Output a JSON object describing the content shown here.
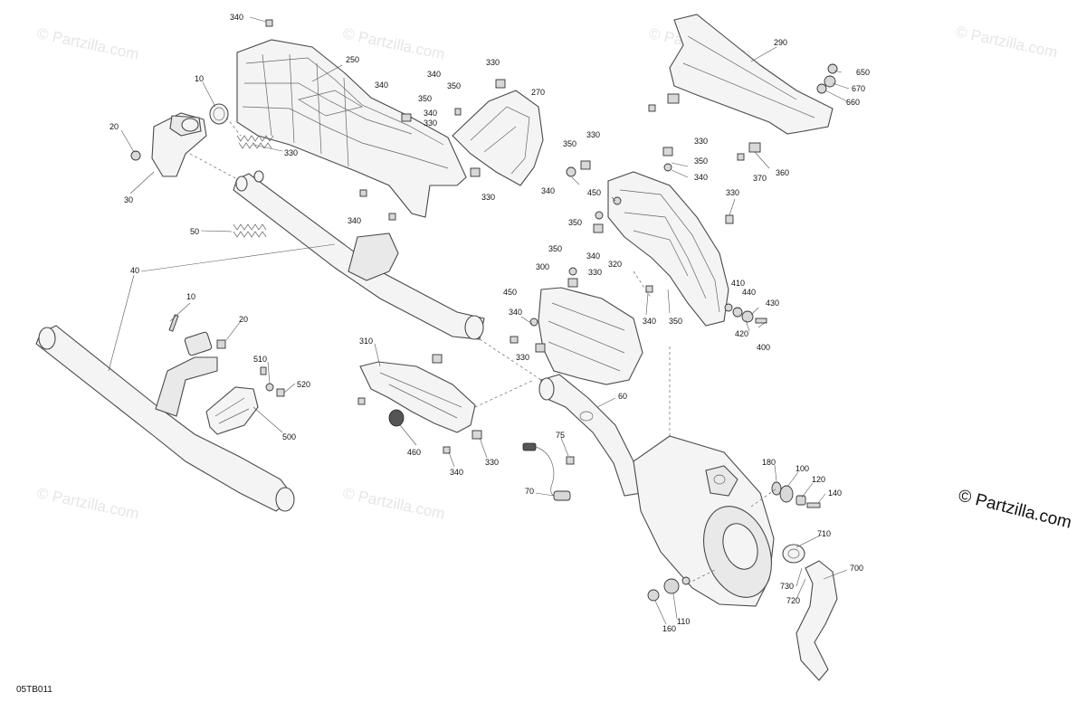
{
  "diagram": {
    "watermark_text": "© Partzilla.com",
    "copyright_text": "© Partzilla.com",
    "drawing_code": "05TB011",
    "callouts": [
      {
        "id": "c340a",
        "label": "340"
      },
      {
        "id": "c250",
        "label": "250"
      },
      {
        "id": "c10a",
        "label": "10"
      },
      {
        "id": "c20a",
        "label": "20"
      },
      {
        "id": "c30",
        "label": "30"
      },
      {
        "id": "c330a",
        "label": "330"
      },
      {
        "id": "c50",
        "label": "50"
      },
      {
        "id": "c40",
        "label": "40"
      },
      {
        "id": "c340b",
        "label": "340"
      },
      {
        "id": "c340c",
        "label": "340"
      },
      {
        "id": "c350a",
        "label": "350"
      },
      {
        "id": "c330b",
        "label": "330"
      },
      {
        "id": "c340d",
        "label": "340"
      },
      {
        "id": "c350b",
        "label": "350"
      },
      {
        "id": "c330c",
        "label": "330"
      },
      {
        "id": "c270",
        "label": "270"
      },
      {
        "id": "c330d",
        "label": "330"
      },
      {
        "id": "c340e",
        "label": "340"
      },
      {
        "id": "c290",
        "label": "290"
      },
      {
        "id": "c650",
        "label": "650"
      },
      {
        "id": "c670",
        "label": "670"
      },
      {
        "id": "c660",
        "label": "660"
      },
      {
        "id": "c350c",
        "label": "350"
      },
      {
        "id": "c330e",
        "label": "330"
      },
      {
        "id": "c340f",
        "label": "340"
      },
      {
        "id": "c450a",
        "label": "450"
      },
      {
        "id": "c330f",
        "label": "330"
      },
      {
        "id": "c350d",
        "label": "350"
      },
      {
        "id": "c340g",
        "label": "340"
      },
      {
        "id": "c370",
        "label": "370"
      },
      {
        "id": "c360",
        "label": "360"
      },
      {
        "id": "c330g",
        "label": "330"
      },
      {
        "id": "c350e",
        "label": "350"
      },
      {
        "id": "c350f",
        "label": "350"
      },
      {
        "id": "c340h",
        "label": "340"
      },
      {
        "id": "c300",
        "label": "300"
      },
      {
        "id": "c330h",
        "label": "330"
      },
      {
        "id": "c320",
        "label": "320"
      },
      {
        "id": "c450b",
        "label": "450"
      },
      {
        "id": "c340i",
        "label": "340"
      },
      {
        "id": "c330i",
        "label": "330"
      },
      {
        "id": "c340j",
        "label": "340"
      },
      {
        "id": "c350g",
        "label": "350"
      },
      {
        "id": "c410",
        "label": "410"
      },
      {
        "id": "c440",
        "label": "440"
      },
      {
        "id": "c430",
        "label": "430"
      },
      {
        "id": "c420",
        "label": "420"
      },
      {
        "id": "c400",
        "label": "400"
      },
      {
        "id": "c10b",
        "label": "10"
      },
      {
        "id": "c20b",
        "label": "20"
      },
      {
        "id": "c310",
        "label": "310"
      },
      {
        "id": "c510",
        "label": "510"
      },
      {
        "id": "c520",
        "label": "520"
      },
      {
        "id": "c500",
        "label": "500"
      },
      {
        "id": "c460",
        "label": "460"
      },
      {
        "id": "c340k",
        "label": "340"
      },
      {
        "id": "c330j",
        "label": "330"
      },
      {
        "id": "c60",
        "label": "60"
      },
      {
        "id": "c75",
        "label": "75"
      },
      {
        "id": "c70",
        "label": "70"
      },
      {
        "id": "c180",
        "label": "180"
      },
      {
        "id": "c100",
        "label": "100"
      },
      {
        "id": "c120",
        "label": "120"
      },
      {
        "id": "c140",
        "label": "140"
      },
      {
        "id": "c710",
        "label": "710"
      },
      {
        "id": "c700",
        "label": "700"
      },
      {
        "id": "c730",
        "label": "730"
      },
      {
        "id": "c720",
        "label": "720"
      },
      {
        "id": "c110",
        "label": "110"
      },
      {
        "id": "c160",
        "label": "160"
      }
    ]
  }
}
